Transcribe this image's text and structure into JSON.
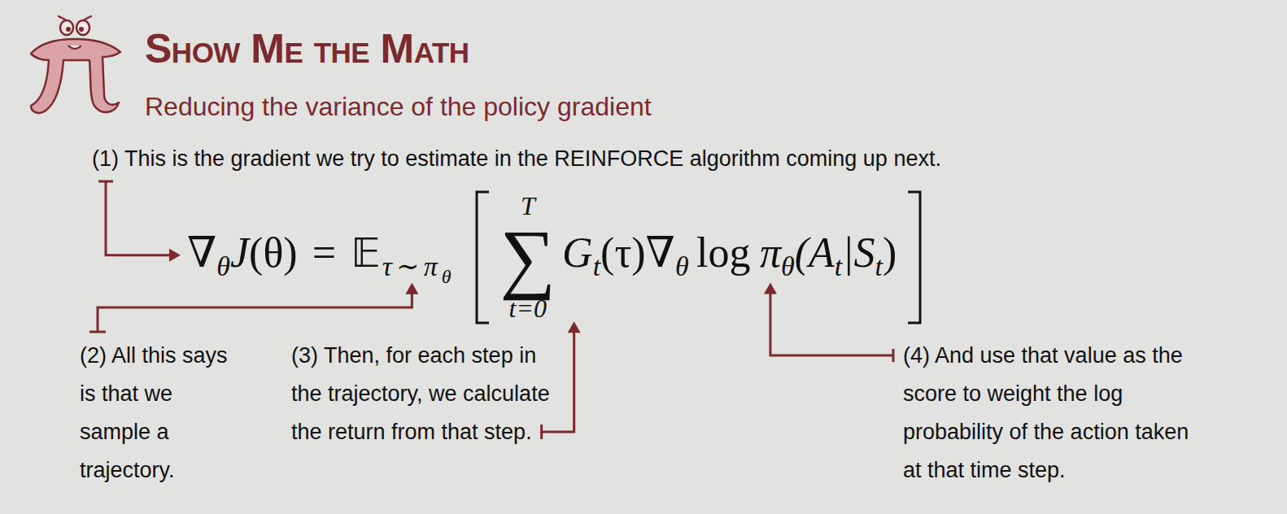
{
  "diagram": {
    "title": "Show Me the Math",
    "labels": [
      "Reducing the variance of the policy gradient",
      "(1) This is the gradient we try to estimate in the REINFORCE algorithm coming up next.",
      "∇",
      "θ",
      "J",
      "(θ)",
      "=",
      "𝔼",
      "τ∼π",
      "θ",
      "T",
      "∑",
      "t=0",
      "G",
      "t",
      "(τ)∇",
      "θ",
      "log",
      "π",
      "θ",
      "(A",
      "t",
      "|S",
      "t",
      ")",
      "(2) All this says is that we sample a trajectory.",
      "(3) Then, for each step in the trajectory, we calculate the return from that step.",
      "(4) And use that value as the score to weight the log probability of the action taken at that time step."
    ]
  }
}
